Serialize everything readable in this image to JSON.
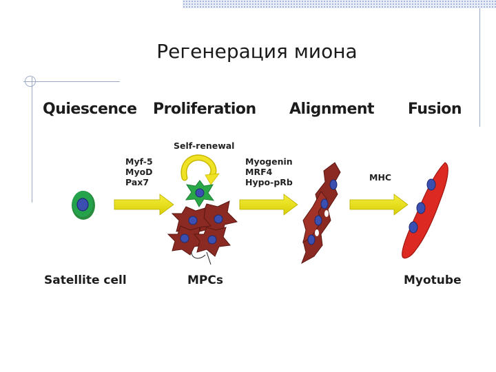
{
  "title": "Регенерация миона",
  "stages": [
    "Quiescence",
    "Proliferation",
    "Alignment",
    "Fusion"
  ],
  "self_renewal_label": "Self-renewal",
  "arrows": [
    {
      "labels": [
        "Myf-5",
        "MyoD",
        "Pax7"
      ]
    },
    {
      "labels": [
        "Myogenin",
        "MRF4",
        "Hypo-pRb"
      ]
    },
    {
      "labels": [
        "MHC"
      ]
    }
  ],
  "cells": [
    "Satellite cell",
    "MPCs",
    "Myotube"
  ],
  "colors": {
    "satellite_cell": "#1f9a4a",
    "self_renewing_cell": "#2aa848",
    "mpc": "#8b2a22",
    "myotube": "#dc2a22",
    "nucleus": "#3b4fb0",
    "arrow": "#e8e010",
    "renewal_arrow": "#e8d40a"
  }
}
